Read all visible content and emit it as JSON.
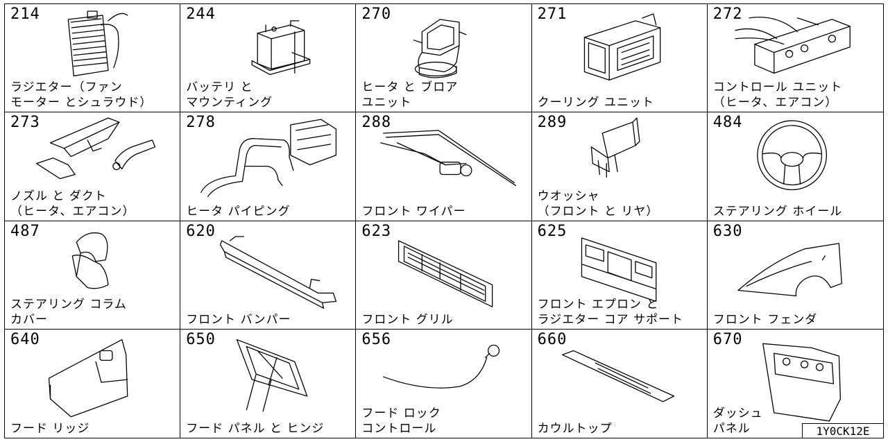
{
  "cells": [
    {
      "code": "214",
      "label1": "ラジエター（ファン",
      "label2": "モーター とシュラウド）",
      "icon": "radiator-icon"
    },
    {
      "code": "244",
      "label1": "バッテリ と",
      "label2": "マウンティング",
      "icon": "battery-icon"
    },
    {
      "code": "270",
      "label1": "ヒータ と ブロア",
      "label2": "ユニット",
      "icon": "heater-blower-icon"
    },
    {
      "code": "271",
      "label1": "",
      "label2": "クーリング ユニット",
      "icon": "cooling-unit-icon"
    },
    {
      "code": "272",
      "label1": "コントロール ユニット",
      "label2": "（ヒータ、エアコン）",
      "icon": "control-unit-icon"
    },
    {
      "code": "273",
      "label1": "ノズル と ダクト",
      "label2": "（ヒータ、エアコン）",
      "icon": "nozzle-duct-icon"
    },
    {
      "code": "278",
      "label1": "",
      "label2": "ヒータ パイピング",
      "icon": "heater-piping-icon"
    },
    {
      "code": "288",
      "label1": "",
      "label2": "フロント ワイパー",
      "icon": "wiper-icon"
    },
    {
      "code": "289",
      "label1": "ウオッシャ",
      "label2": "（フロント と リヤ）",
      "icon": "washer-icon"
    },
    {
      "code": "484",
      "label1": "",
      "label2": "ステアリング ホイール",
      "icon": "steering-wheel-icon"
    },
    {
      "code": "487",
      "label1": "ステアリング コラム",
      "label2": "カバー",
      "icon": "column-cover-icon"
    },
    {
      "code": "620",
      "label1": "",
      "label2": "フロント バンパー",
      "icon": "bumper-icon"
    },
    {
      "code": "623",
      "label1": "",
      "label2": "フロント グリル",
      "icon": "grille-icon"
    },
    {
      "code": "625",
      "label1": "フロント エプロン と",
      "label2": "ラジエター コア サポート",
      "icon": "apron-icon"
    },
    {
      "code": "630",
      "label1": "",
      "label2": "フロント フェンダ",
      "icon": "fender-icon"
    },
    {
      "code": "640",
      "label1": "",
      "label2": "フード リッジ",
      "icon": "hood-ledge-icon"
    },
    {
      "code": "650",
      "label1": "",
      "label2": "フード パネル と ヒンジ",
      "icon": "hood-panel-icon"
    },
    {
      "code": "656",
      "label1": "フード ロック",
      "label2": "コントロール",
      "icon": "hood-lock-icon"
    },
    {
      "code": "660",
      "label1": "",
      "label2": "カウルトップ",
      "icon": "cowl-top-icon"
    },
    {
      "code": "670",
      "label1": "ダッシュ",
      "label2": "パネル",
      "icon": "dash-panel-icon"
    }
  ],
  "reference": "1Y0CK12E"
}
